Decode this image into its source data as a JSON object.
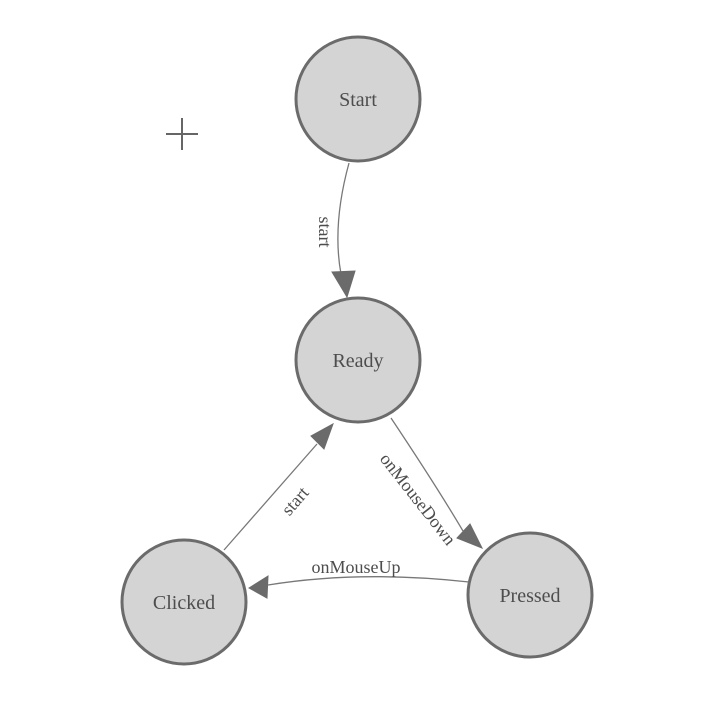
{
  "diagram": {
    "nodes": [
      {
        "id": "start",
        "label": "Start"
      },
      {
        "id": "ready",
        "label": "Ready"
      },
      {
        "id": "clicked",
        "label": "Clicked"
      },
      {
        "id": "pressed",
        "label": "Pressed"
      }
    ],
    "edges": [
      {
        "from": "start",
        "to": "ready",
        "label": "start"
      },
      {
        "from": "clicked",
        "to": "ready",
        "label": "start"
      },
      {
        "from": "ready",
        "to": "pressed",
        "label": "onMouseDown"
      },
      {
        "from": "pressed",
        "to": "clicked",
        "label": "onMouseUp"
      }
    ],
    "colors": {
      "node_fill": "#d4d4d4",
      "node_stroke": "#6b6b6b",
      "edge_line": "#787878",
      "arrow_fill": "#6b6b6b",
      "label_text": "#4d4d4d",
      "crosshair": "#666666",
      "background": "#ffffff"
    }
  }
}
